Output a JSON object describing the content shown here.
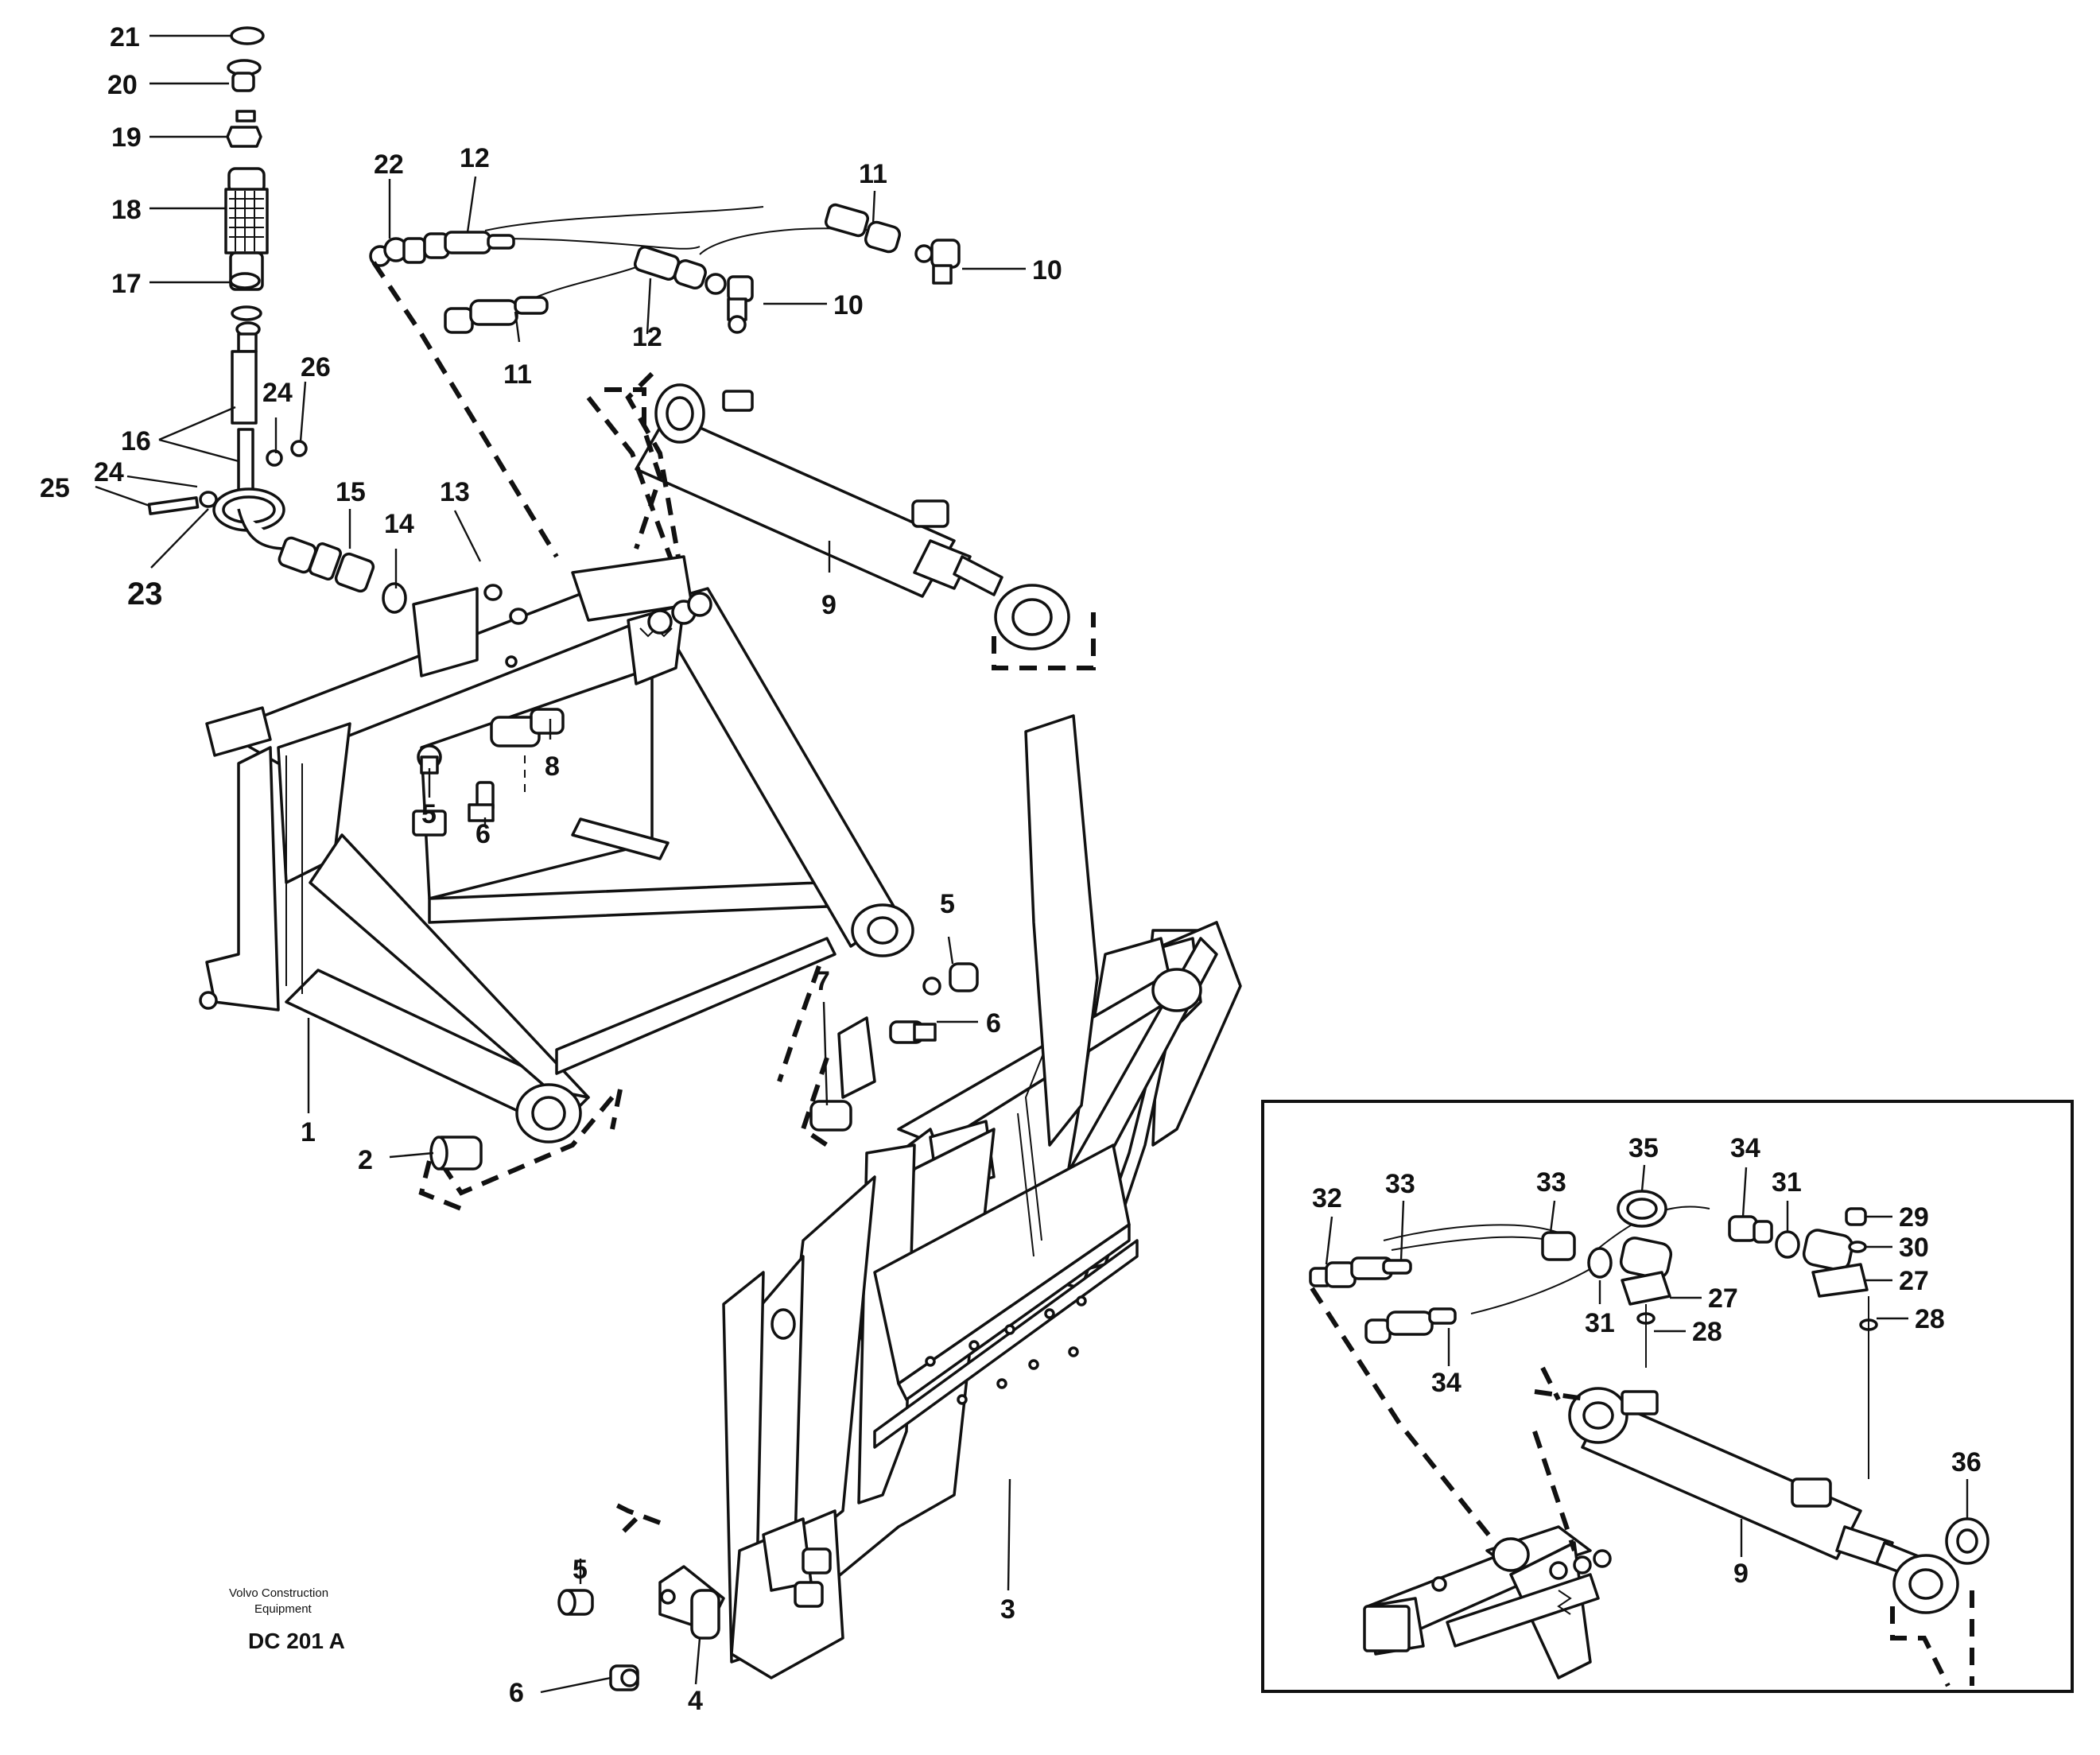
{
  "callouts": {
    "c21": "21",
    "c20": "20",
    "c19": "19",
    "c18": "18",
    "c17": "17",
    "c16": "16",
    "c24a": "24",
    "c24b": "24",
    "c25": "25",
    "c26": "26",
    "c23": "23",
    "c15": "15",
    "c14": "14",
    "c13": "13",
    "c22": "22",
    "c12a": "12",
    "c12b": "12",
    "c11a": "11",
    "c11b": "11",
    "c10a": "10",
    "c10b": "10",
    "c9": "9",
    "c8": "8",
    "c5a": "5",
    "c6a": "6",
    "c1": "1",
    "c2": "2",
    "c7": "7",
    "c5b": "5",
    "c6b": "6",
    "c3": "3",
    "c5c": "5",
    "c6c": "6",
    "c4": "4"
  },
  "inset": {
    "callouts": {
      "i32": "32",
      "i33a": "33",
      "i33b": "33",
      "i35": "35",
      "i34a": "34",
      "i31a": "31",
      "i29": "29",
      "i30": "30",
      "i27a": "27",
      "i27b": "27",
      "i31b": "31",
      "i28a": "28",
      "i28b": "28",
      "i34b": "34",
      "i36": "36",
      "i9": "9"
    }
  },
  "footer": {
    "credit_line1": "Volvo Construction",
    "credit_line2": "Equipment",
    "doc_id": "DC 201 A"
  }
}
